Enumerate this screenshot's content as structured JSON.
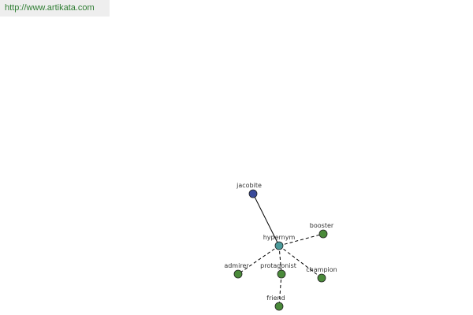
{
  "banner": {
    "url": "http://www.artikata.com"
  },
  "graph": {
    "center": {
      "word": "hypernym",
      "color": "#4a9a9a"
    },
    "nodes": [
      {
        "id": "jacobite",
        "word": "jacobite",
        "color": "#3a4a9a"
      },
      {
        "id": "booster",
        "word": "booster",
        "color": "#4a8a3a"
      },
      {
        "id": "admirer",
        "word": "admirer",
        "color": "#4a8a3a"
      },
      {
        "id": "protagonist",
        "word": "protagonist",
        "color": "#4a8a3a"
      },
      {
        "id": "champion",
        "word": "champion",
        "color": "#4a8a3a"
      },
      {
        "id": "friend",
        "word": "friend",
        "color": "#4a8a3a"
      }
    ],
    "edges": [
      {
        "from": "jacobite",
        "to": "hypernym",
        "style": "solid"
      },
      {
        "from": "hypernym",
        "to": "booster",
        "style": "dashed"
      },
      {
        "from": "hypernym",
        "to": "admirer",
        "style": "dashed"
      },
      {
        "from": "hypernym",
        "to": "protagonist",
        "style": "dashed"
      },
      {
        "from": "hypernym",
        "to": "champion",
        "style": "dashed"
      },
      {
        "from": "protagonist",
        "to": "friend",
        "style": "dashed"
      }
    ]
  }
}
